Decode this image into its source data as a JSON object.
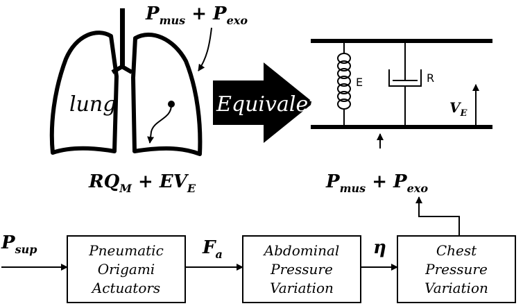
{
  "top_label": {
    "main": "P",
    "sub1": "mus",
    "plus": " + ",
    "main2": "P",
    "sub2": "exo"
  },
  "lung_label": "lung",
  "lung_equation": {
    "r": "RQ",
    "sub_m": "M",
    "plus": " + ",
    "ev": "EV",
    "sub_e": "E"
  },
  "equivalent_label": "Equivalent",
  "spring_label": "E",
  "damper_label": "R",
  "volume_label": {
    "main": "V",
    "sub": "E"
  },
  "right_label": {
    "main": "P",
    "sub1": "mus",
    "plus": " + ",
    "main2": "P",
    "sub2": "exo"
  },
  "input_label": {
    "main": "P",
    "sub": "sup"
  },
  "force_label": {
    "main": "F",
    "sub": "a"
  },
  "eta_label": "η",
  "blocks": [
    {
      "lines": [
        "Pneumatic",
        "Origami",
        "Actuators"
      ]
    },
    {
      "lines": [
        "Abdominal",
        "Pressure",
        "Variation"
      ]
    },
    {
      "lines": [
        "Chest",
        "Pressure",
        "Variation"
      ]
    }
  ],
  "colors": {
    "ink": "#000000",
    "background": "#ffffff"
  }
}
